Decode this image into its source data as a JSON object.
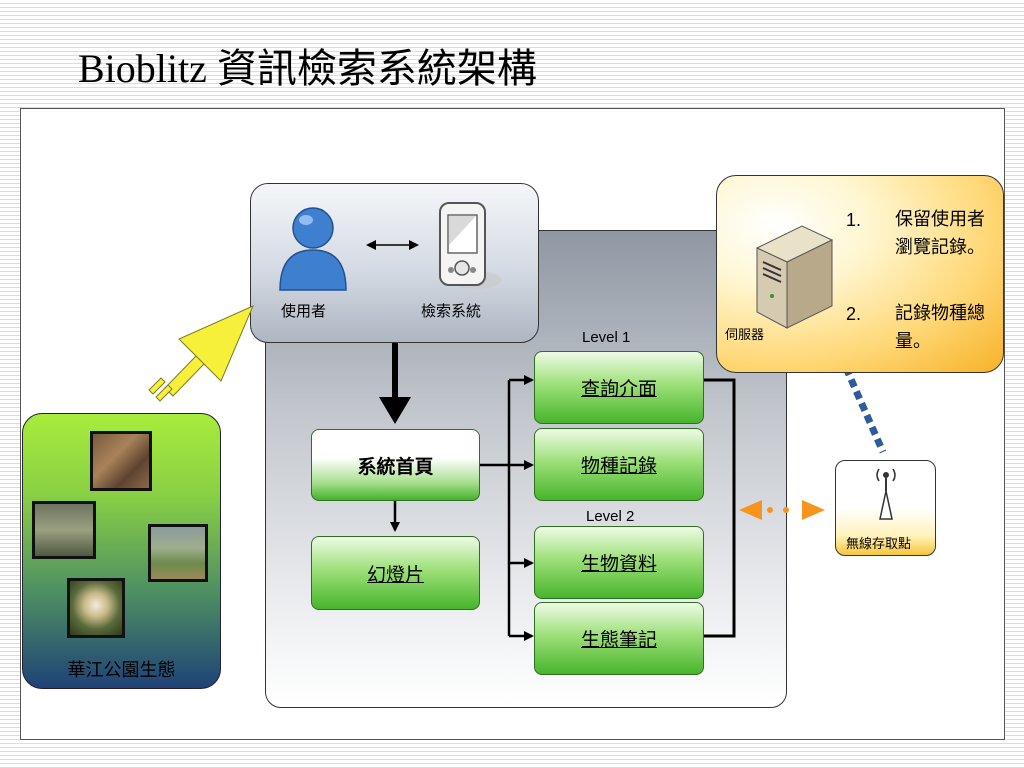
{
  "slide": {
    "title": "Bioblitz 資訊檢索系統架構"
  },
  "user_box": {
    "user_label": "使用者",
    "search_label": "檢索系統"
  },
  "nodes": {
    "home": "系統首頁",
    "slides": "幻燈片",
    "query": "查詢介面",
    "species": "物種記錄",
    "bio_data": "生物資料",
    "eco_notes": "生態筆記"
  },
  "levels": {
    "level1": "Level 1",
    "level2": "Level 2"
  },
  "ecology": {
    "label": "華江公園生態"
  },
  "server": {
    "label": "伺服器",
    "notes": [
      {
        "num": "1.",
        "text": "保留使用者瀏覽記錄。"
      },
      {
        "num": "2.",
        "text": "記錄物種總量。"
      }
    ]
  },
  "access_point": {
    "label": "無線存取點"
  },
  "colors": {
    "green_button": "#47b52c",
    "arrow_orange": "#f7941d",
    "dotted_blue": "#2f5b9c",
    "yellow_arrow": "#f6f03a"
  }
}
